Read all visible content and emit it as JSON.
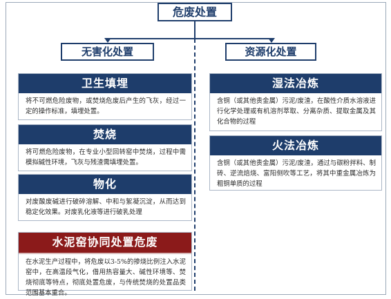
{
  "title": "危废处置",
  "left_category": "无害化处置",
  "right_category": "资源化处置",
  "left_methods": [
    {
      "name": "卫生填埋",
      "desc": "将不可燃危险废物，或焚烧危废后产生的飞灰，经过一定的操作标准，填埋处置。"
    },
    {
      "name": "焚烧",
      "desc": "将可燃危险废物，在专业小型回转窑中焚烧，过程中需模拟碱性环境，飞灰与残渣需填埋处置。"
    },
    {
      "name": "物化",
      "desc": "对废酸废碱进行破碎溶解、中和与絮凝沉淀，从而达到稳定化效果。对废乳化液等进行破乳处理"
    }
  ],
  "highlight_method": {
    "name": "水泥窑协同处置危废",
    "desc": "在水泥生产过程中，将危废以3-5%的掺烧比例注入水泥窑中，在高温段气化，借用热容量大、碱性环境等、焚烧彻底等特点，彻底处置危废，与传统焚烧的处置品类范围基本重合。"
  },
  "right_methods": [
    {
      "name": "湿法冶炼",
      "desc": "含铜（或其他贵金属）污泥/废渣，在酸性介质水溶液进行化学处理或有机溶剂萃取、分离杂质、提取金属及其化合物的过程"
    },
    {
      "name": "火法冶炼",
      "desc": "含铜（或其他贵金属）污泥/废渣，通过与碳粉拌料、制砖、逆流焙烧、富阳侧吹等工艺，将其中重金属冶炼为粗铜单质的过程"
    }
  ],
  "colors": {
    "navy": "#1e3d6b",
    "highlight_red": "#8b1a1a"
  }
}
